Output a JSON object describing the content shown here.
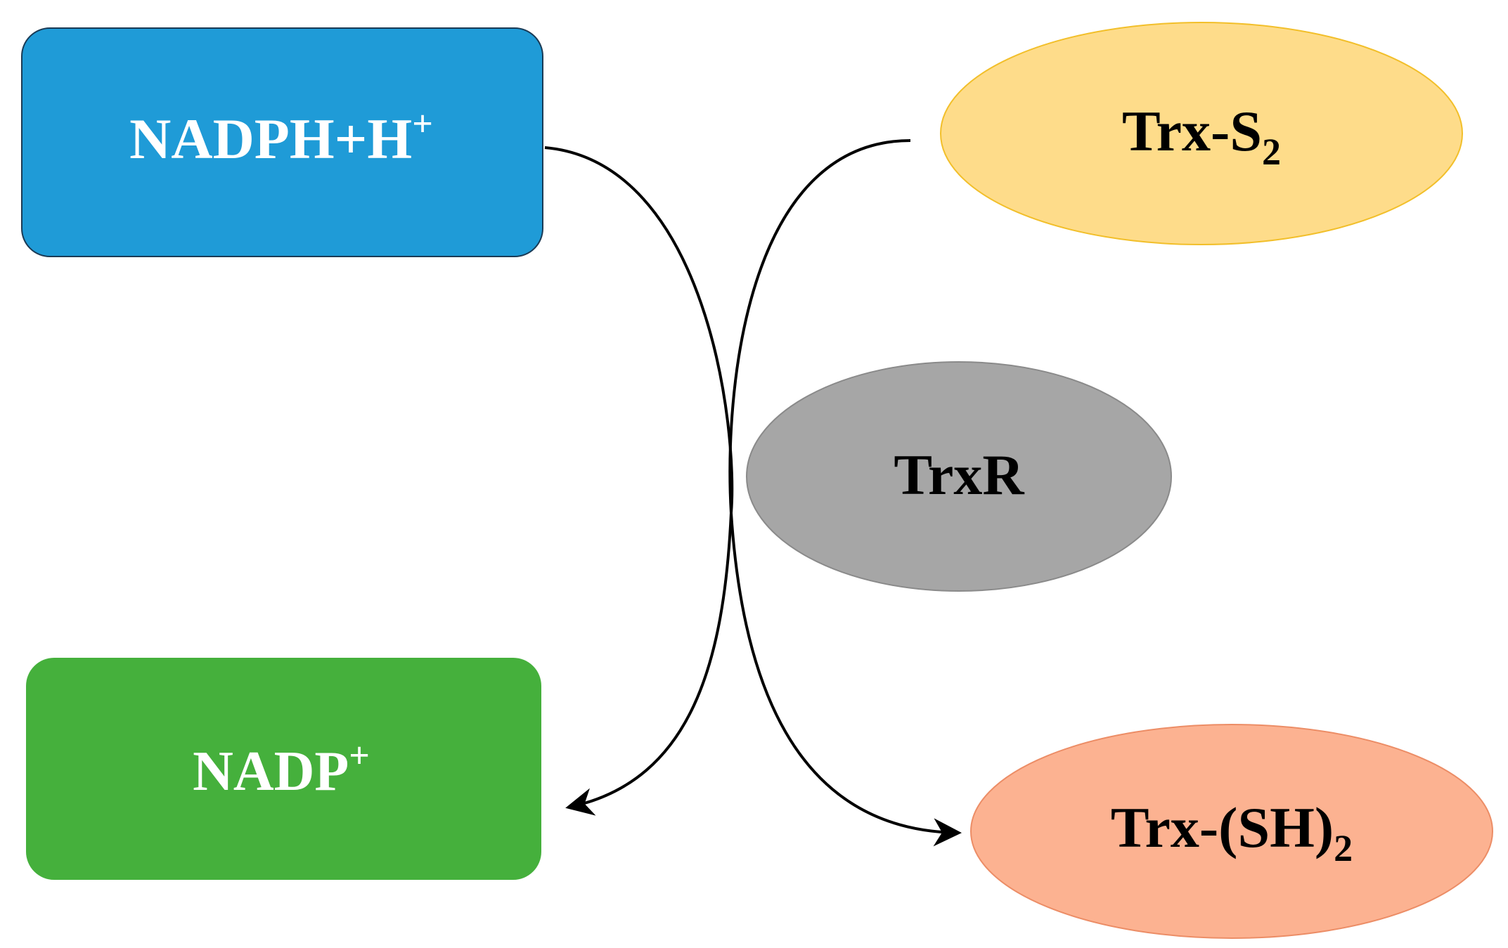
{
  "nodes": {
    "nadph": {
      "main": "NADPH+H",
      "sup": "+",
      "fill": "#1f9bd7",
      "text_color": "#ffffff"
    },
    "nadp": {
      "main": "NADP",
      "sup": "+",
      "fill": "#45b03c",
      "text_color": "#ffffff"
    },
    "trx_s2": {
      "main": "Trx-S",
      "sub": "2",
      "fill": "#fedc8a",
      "text_color": "#000000"
    },
    "trxr": {
      "main": "TrxR",
      "fill": "#a6a6a6",
      "text_color": "#000000"
    },
    "trx_sh2": {
      "main": "Trx-(SH)",
      "sub": "2",
      "fill": "#fcb291",
      "text_color": "#000000"
    }
  },
  "edges": [
    {
      "from": "nadph",
      "to": "nadp",
      "color": "#000000"
    },
    {
      "from": "trx_s2",
      "to": "trx_sh2",
      "color": "#000000"
    }
  ]
}
